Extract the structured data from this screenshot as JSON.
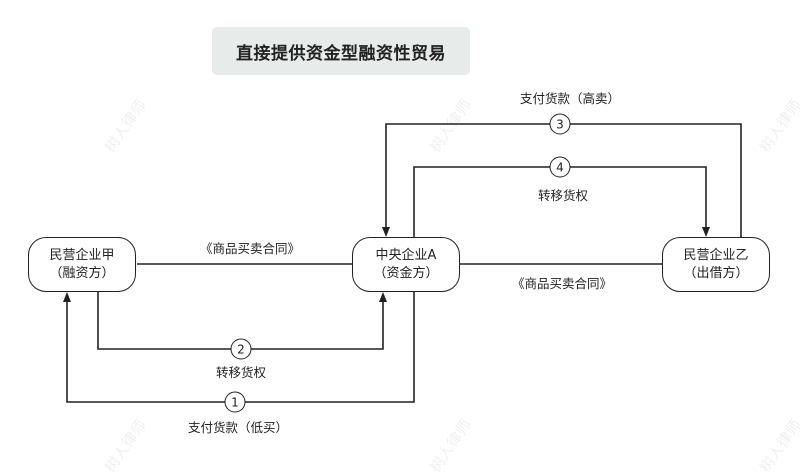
{
  "title": "直接提供资金型融资性贸易",
  "watermark": "树人律师",
  "nodes": {
    "jia": {
      "name": "民营企业甲",
      "role": "（融资方）"
    },
    "a": {
      "name": "中央企业A",
      "role": "（资金方）"
    },
    "yi": {
      "name": "民营企业乙",
      "role": "（出借方）"
    }
  },
  "contracts": {
    "jia_a": "《商品买卖合同》",
    "a_yi": "《商品买卖合同》"
  },
  "flows": [
    {
      "step": "1",
      "label": "支付货款（低买）"
    },
    {
      "step": "2",
      "label": "转移货权"
    },
    {
      "step": "3",
      "label": "支付货款（高卖）"
    },
    {
      "step": "4",
      "label": "转移货权"
    }
  ]
}
